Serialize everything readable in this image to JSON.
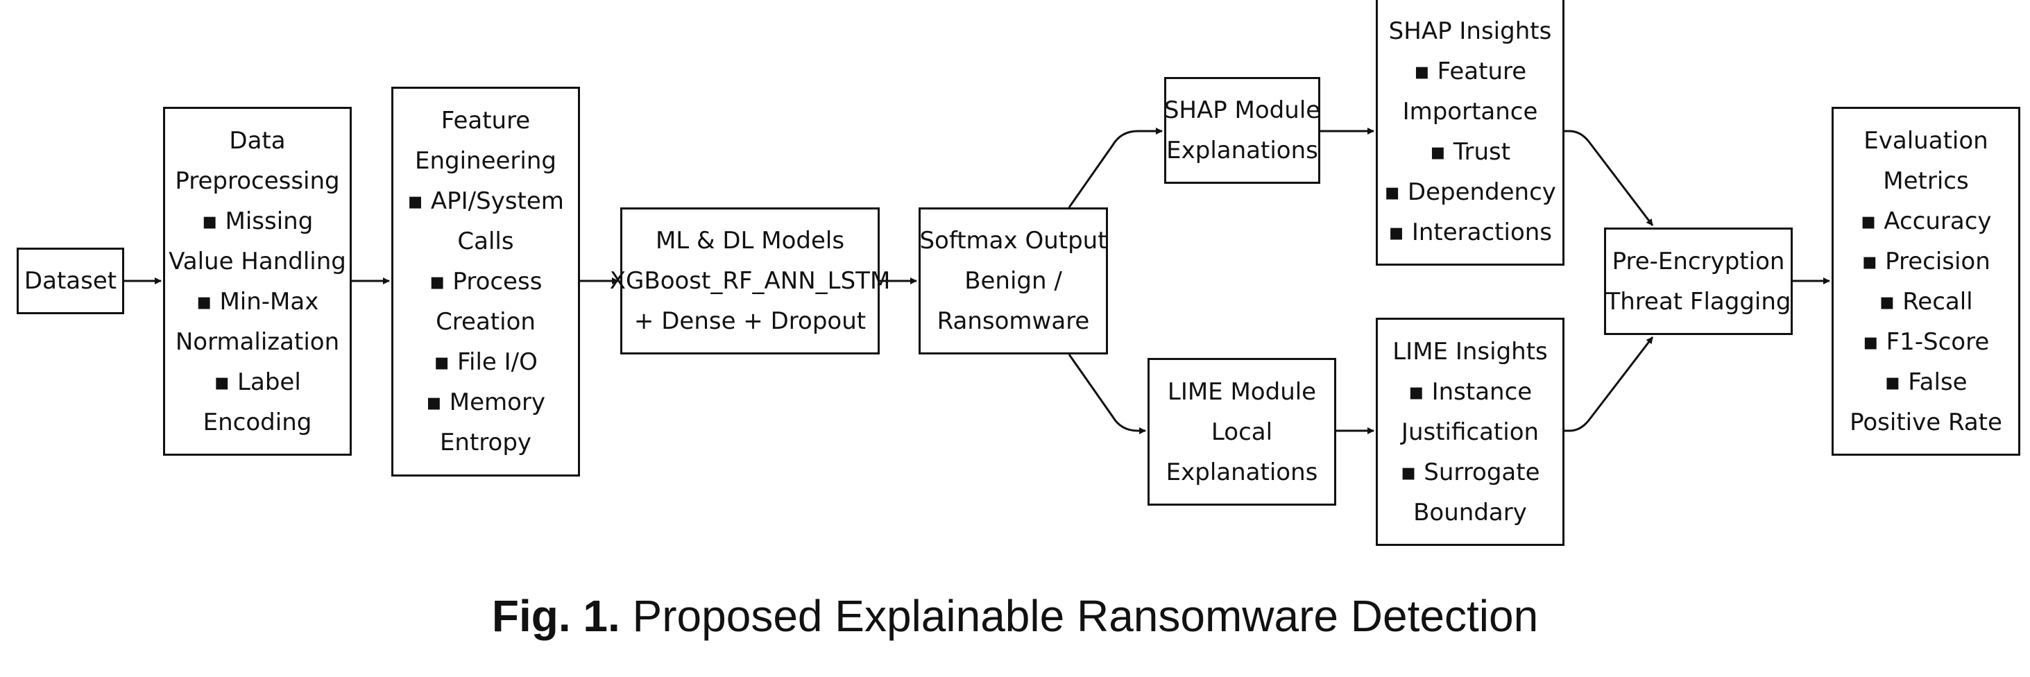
{
  "diagram": {
    "nodes": {
      "dataset": [
        "Dataset"
      ],
      "preprocessing": [
        "Data",
        "Preprocessing",
        "▪ Missing",
        "Value Handling",
        "▪ Min-Max",
        "Normalization",
        "▪ Label",
        "Encoding"
      ],
      "feature_engineering": [
        "Feature",
        "Engineering",
        "▪ API/System",
        "Calls",
        "▪ Process",
        "Creation",
        "▪ File I/O",
        "▪ Memory",
        "Entropy"
      ],
      "models": [
        "ML & DL Models",
        "XGBoost_RF_ANN_LSTM",
        "+ Dense + Dropout"
      ],
      "softmax": [
        "Softmax Output",
        "Benign /",
        "Ransomware"
      ],
      "shap_module": [
        "SHAP Module",
        "Explanations"
      ],
      "lime_module": [
        "LIME Module",
        "Local",
        "Explanations"
      ],
      "shap_insights": [
        "SHAP Insights",
        "▪ Feature",
        "Importance",
        "▪ Trust",
        "▪ Dependency",
        "▪ Interactions"
      ],
      "lime_insights": [
        "LIME Insights",
        "▪ Instance",
        "Justification",
        "▪ Surrogate",
        "Boundary"
      ],
      "pre_encryption": [
        "Pre-Encryption",
        "Threat Flagging"
      ],
      "evaluation": [
        "Evaluation",
        "Metrics",
        "▪ Accuracy",
        "▪ Precision",
        "▪ Recall",
        "▪ F1-Score",
        "▪ False",
        "Positive Rate"
      ]
    },
    "edges": [
      [
        "dataset",
        "preprocessing"
      ],
      [
        "preprocessing",
        "feature_engineering"
      ],
      [
        "feature_engineering",
        "models"
      ],
      [
        "models",
        "softmax"
      ],
      [
        "softmax",
        "shap_module"
      ],
      [
        "softmax",
        "lime_module"
      ],
      [
        "shap_module",
        "shap_insights"
      ],
      [
        "lime_module",
        "lime_insights"
      ],
      [
        "shap_insights",
        "pre_encryption"
      ],
      [
        "lime_insights",
        "pre_encryption"
      ],
      [
        "pre_encryption",
        "evaluation"
      ]
    ]
  },
  "caption": {
    "label": "Fig. 1.",
    "text": "Proposed Explainable Ransomware Detection"
  },
  "colors": {
    "stroke": "#111111",
    "background": "#ffffff"
  }
}
